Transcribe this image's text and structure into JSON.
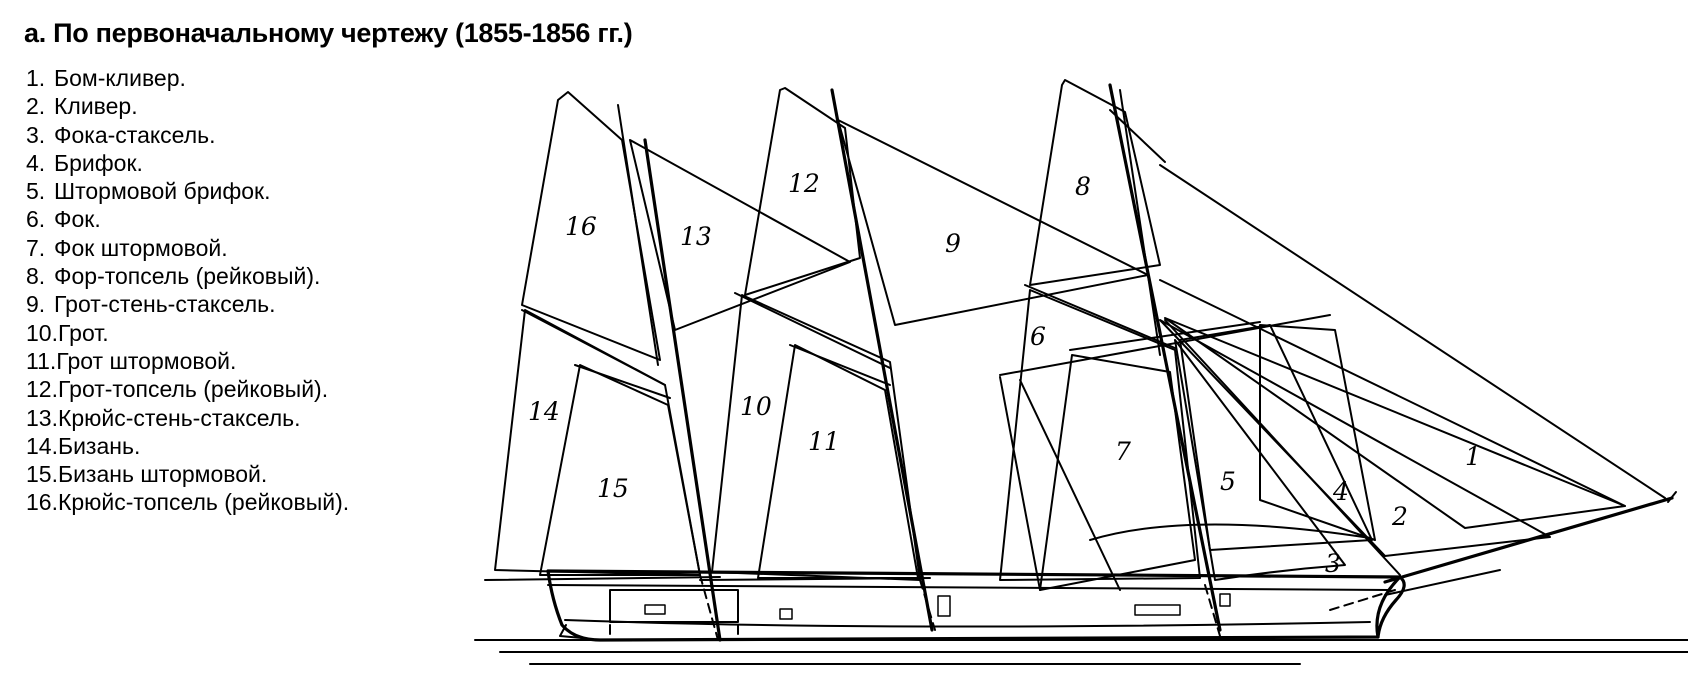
{
  "title": "а. По первоначальному чертежу (1855-1856 гг.)",
  "legend": [
    {
      "num": "1.",
      "text": "Бом-кливер."
    },
    {
      "num": "2.",
      "text": "Кливер."
    },
    {
      "num": "3.",
      "text": "Фока-стаксель."
    },
    {
      "num": "4.",
      "text": "Брифок."
    },
    {
      "num": "5.",
      "text": "Штормовой брифок."
    },
    {
      "num": "6.",
      "text": "Фок."
    },
    {
      "num": "7.",
      "text": "Фок штормовой."
    },
    {
      "num": "8.",
      "text": "Фор-топсель (рейковый)."
    },
    {
      "num": "9.",
      "text": "Грот-стень-стаксель."
    },
    {
      "num": "10.",
      "text": "Грот."
    },
    {
      "num": "11.",
      "text": "Грот штормовой."
    },
    {
      "num": "12.",
      "text": "Грот-топсель (рейковый)."
    },
    {
      "num": "13.",
      "text": "Крюйс-стень-стаксель."
    },
    {
      "num": "14.",
      "text": "Бизань."
    },
    {
      "num": "15.",
      "text": "Бизань штормовой."
    },
    {
      "num": "16.",
      "text": "Крюйс-топсель (рейковый)."
    }
  ],
  "sail_labels": {
    "s1": "1",
    "s2": "2",
    "s3": "3",
    "s4": "4",
    "s5": "5",
    "s6": "6",
    "s7": "7",
    "s8": "8",
    "s9": "9",
    "s10": "10",
    "s11": "11",
    "s12": "12",
    "s13": "13",
    "s14": "14",
    "s15": "15",
    "s16": "16"
  }
}
